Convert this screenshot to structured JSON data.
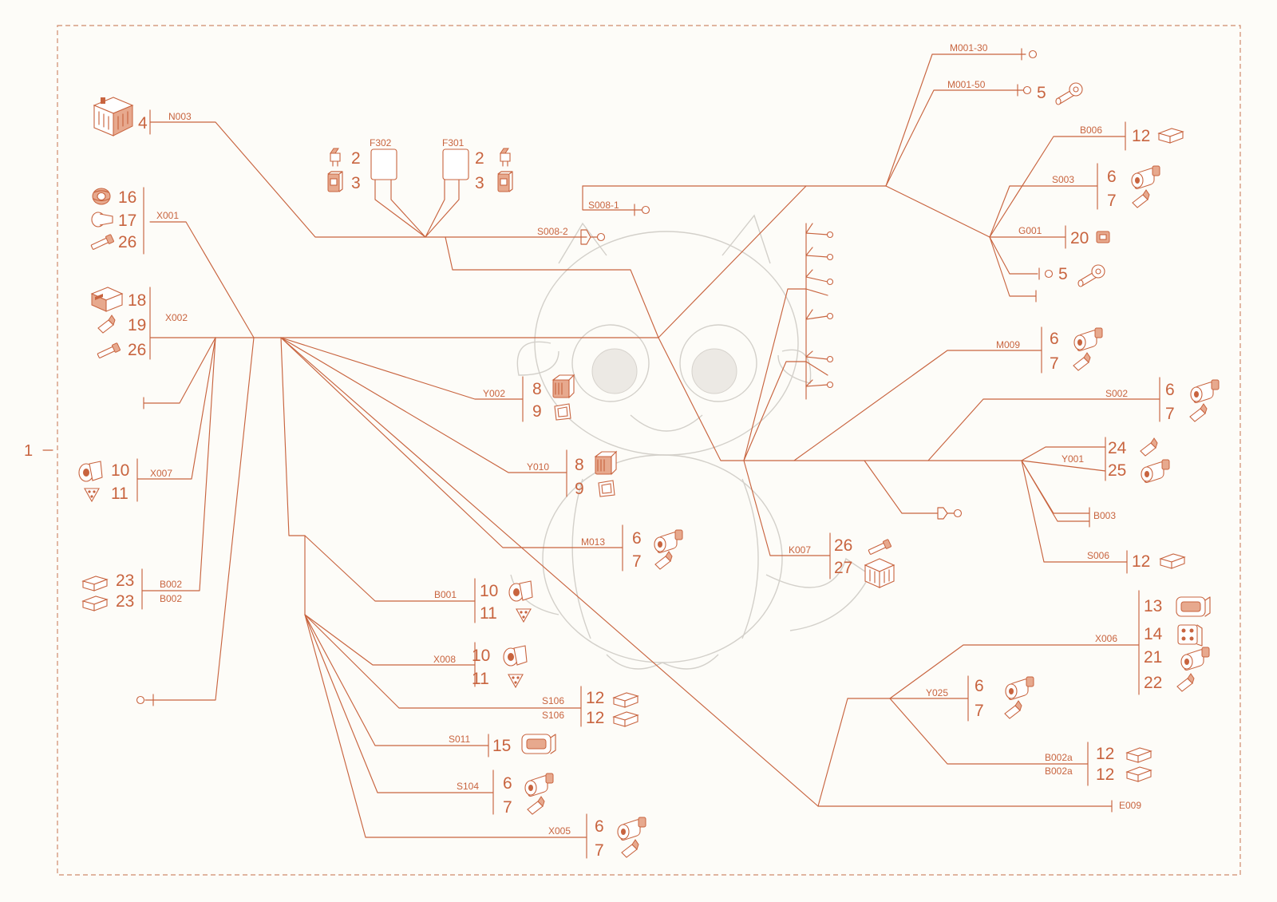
{
  "diagram": {
    "assembly_number": "1",
    "colors": {
      "line": "#c8643f",
      "background": "#fdfcf8",
      "watermark": "#d3d0ca"
    },
    "connector_labels": {
      "n003": "N003",
      "f302": "F302",
      "f301": "F301",
      "s008_1": "S008-1",
      "s008_2": "S008-2",
      "x001": "X001",
      "x002": "X002",
      "x007": "X007",
      "b002_top": "B002",
      "b002_bottom": "B002",
      "y002": "Y002",
      "y010": "Y010",
      "m013": "M013",
      "b001": "B001",
      "x008": "X008",
      "s106_top": "S106",
      "s106_bottom": "S106",
      "s011": "S011",
      "s104": "S104",
      "x005": "X005",
      "m001_30": "M001-30",
      "m001_50": "M001-50",
      "b006": "B006",
      "s003": "S003",
      "g001": "G001",
      "m009": "M009",
      "s002": "S002",
      "y001": "Y001",
      "b003": "B003",
      "s006": "S006",
      "k007": "K007",
      "x006": "X006",
      "y025": "Y025",
      "b002a_top": "B002a",
      "b002a_bottom": "B002a",
      "e009": "E009"
    },
    "part_numbers": {
      "n003_4": "4",
      "f302_2": "2",
      "f302_3": "3",
      "f301_2": "2",
      "f301_3": "3",
      "x001_16": "16",
      "x001_17": "17",
      "x001_26": "26",
      "x002_18": "18",
      "x002_19": "19",
      "x002_26": "26",
      "x007_10": "10",
      "x007_11": "11",
      "b002_23a": "23",
      "b002_23b": "23",
      "y002_8": "8",
      "y002_9": "9",
      "y010_8": "8",
      "y010_9": "9",
      "m013_6": "6",
      "m013_7": "7",
      "b001_10": "10",
      "b001_11": "11",
      "x008_10": "10",
      "x008_11": "11",
      "s106_12a": "12",
      "s106_12b": "12",
      "s011_15": "15",
      "s104_6": "6",
      "s104_7": "7",
      "x005_6": "6",
      "x005_7": "7",
      "m001_50_5": "5",
      "b006_12": "12",
      "s003_6": "6",
      "s003_7": "7",
      "g001_20": "20",
      "ring_5": "5",
      "m009_6": "6",
      "m009_7": "7",
      "s002_6": "6",
      "s002_7": "7",
      "y001_24": "24",
      "y001_25": "25",
      "s006_12": "12",
      "k007_26": "26",
      "k007_27": "27",
      "x006_13": "13",
      "x006_14": "14",
      "x006_21": "21",
      "x006_22": "22",
      "y025_6": "6",
      "y025_7": "7",
      "b002a_12a": "12",
      "b002a_12b": "12"
    },
    "icons": {
      "relay_box": "relay-box-icon",
      "fuse": "blade-fuse-icon",
      "fuse_holder": "fuse-holder-icon",
      "seal": "seal-icon",
      "plug": "blind-plug-icon",
      "bolt": "bolt-icon",
      "connector_housing": "connector-housing-icon",
      "connector_lock": "connector-lock-icon",
      "round_connector": "round-connector-icon",
      "terminal_pin": "terminal-pin-icon",
      "valve_connector": "valve-connector-icon",
      "gasket": "gasket-icon",
      "flat_terminal": "flat-terminal-icon",
      "ring_terminal": "ring-terminal-icon",
      "relay_socket": "relay-socket-icon",
      "multi_pin_connector": "multi-pin-connector-icon"
    }
  }
}
